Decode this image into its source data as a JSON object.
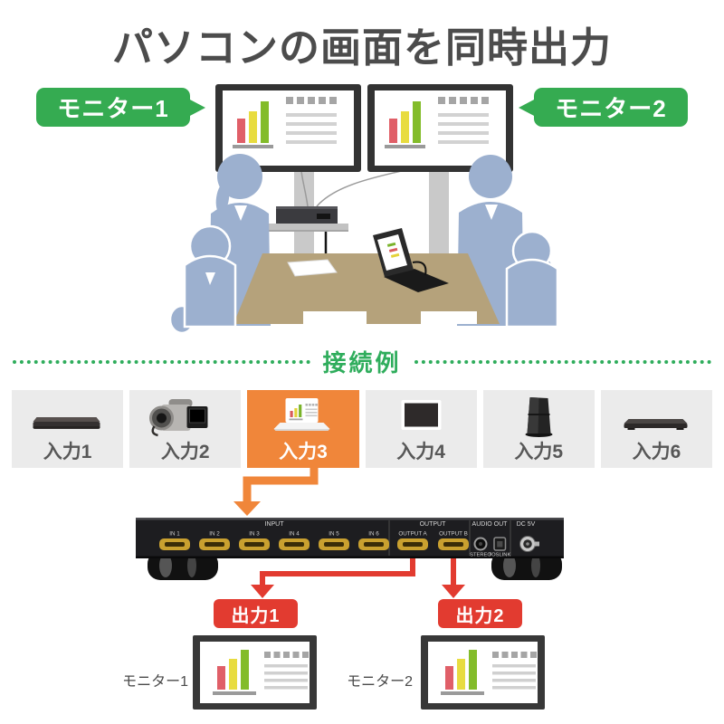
{
  "title": "パソコンの画面を同時出力",
  "scene": {
    "monitor1_label": "モニター1",
    "monitor2_label": "モニター2",
    "description": "meeting room with two monitors showing the same PC screen"
  },
  "divider": {
    "label": "接続例"
  },
  "inputs": [
    {
      "label": "入力1",
      "icon": "bluray-recorder-icon",
      "highlighted": false
    },
    {
      "label": "入力2",
      "icon": "camcorder-icon",
      "highlighted": false
    },
    {
      "label": "入力3",
      "icon": "laptop-icon",
      "highlighted": true
    },
    {
      "label": "入力4",
      "icon": "tablet-icon",
      "highlighted": false
    },
    {
      "label": "入力5",
      "icon": "game-console-icon",
      "highlighted": false
    },
    {
      "label": "入力6",
      "icon": "media-player-icon",
      "highlighted": false
    }
  ],
  "device": {
    "input_section_label": "INPUT",
    "output_section_label": "OUTPUT",
    "audio_section_label": "AUDIO OUT",
    "power_label": "DC 5V",
    "input_ports": [
      "IN 1",
      "IN 2",
      "IN 3",
      "IN 4",
      "IN 5",
      "IN 6"
    ],
    "output_ports": [
      "OUTPUT A",
      "OUTPUT B"
    ],
    "audio_jacks": [
      "STEREO",
      "TOSLINK"
    ]
  },
  "outputs": [
    {
      "label": "出力1",
      "monitor_label": "モニター1"
    },
    {
      "label": "出力2",
      "monitor_label": "モニター2"
    }
  ],
  "colors": {
    "green": "#35ab51",
    "divider_green": "#2fad5c",
    "orange": "#f0863a",
    "red": "#e23b30",
    "title_gray": "#4c4c4c",
    "input_label_gray": "#575757",
    "input_box_gray": "#ebebeb",
    "people_blue": "#9cb0cf",
    "table_tan": "#b5a27b",
    "hdmi_gold": "#c9a02f"
  }
}
